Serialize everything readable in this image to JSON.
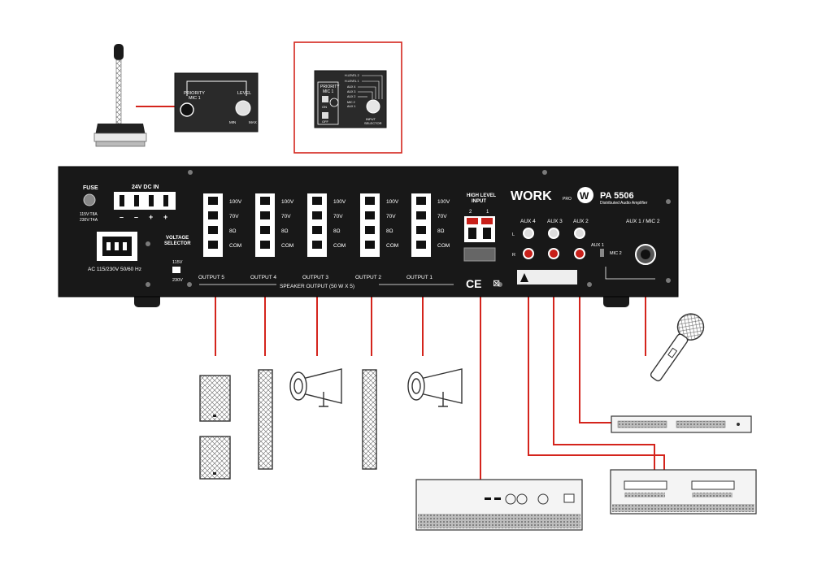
{
  "colors": {
    "panel": "#1a1a1a",
    "wire": "#d4241c",
    "white": "#ffffff",
    "device_fill": "#f4f4f4"
  },
  "amplifier": {
    "brand": "WORK",
    "brand_sub": "PRO",
    "model": "PA 5506",
    "subtitle": "Distributed Audio Amplifier",
    "fuse_label": "FUSE",
    "fuse_rating": [
      "115V:T8A",
      "230V:T4A"
    ],
    "dc_in_label": "24V DC IN",
    "dc_polarity": [
      "–",
      "–",
      "+",
      "+"
    ],
    "ac_label": "AC 115/230V 50/60 Hz",
    "voltage_selector_label": [
      "VOLTAGE",
      "SELECTOR"
    ],
    "voltage_options": [
      "115V",
      "230V"
    ],
    "tap_labels": [
      "100V",
      "70V",
      "8Ω",
      "COM"
    ],
    "outputs": [
      "OUTPUT 5",
      "OUTPUT 4",
      "OUTPUT 3",
      "OUTPUT 2",
      "OUTPUT 1"
    ],
    "speaker_output_label": "SPEAKER OUTPUT (50 W X 5)",
    "high_level_label": [
      "HIGH LEVEL",
      "INPUT"
    ],
    "high_level_channels": [
      "2",
      "1"
    ],
    "aux_labels": [
      "AUX 4",
      "AUX 3",
      "AUX 2"
    ],
    "aux_lr": [
      "L",
      "R"
    ],
    "aux1_mic2_label": "AUX 1 / MIC 2",
    "aux1_switch_labels": [
      "AUX 1",
      "MIC 2"
    ],
    "ce_mark": "CE"
  },
  "priority_panel": {
    "priority_label": [
      "PRIORITY",
      "MIC 1"
    ],
    "level_label": "LEVEL",
    "min_label": "MIN",
    "max_label": "MAX"
  },
  "input_selector_panel": {
    "priority_label": [
      "PRIORITY",
      "MIC 1"
    ],
    "switch_labels": [
      "ON",
      "OFF"
    ],
    "inputs": [
      "H.LEVEL 2",
      "H.LEVEL 1",
      "AUX 4",
      "AUX 3",
      "AUX 2",
      "MIC 2",
      "AUX 1"
    ],
    "selector_label": [
      "INPUT",
      "SELECTOR"
    ]
  }
}
